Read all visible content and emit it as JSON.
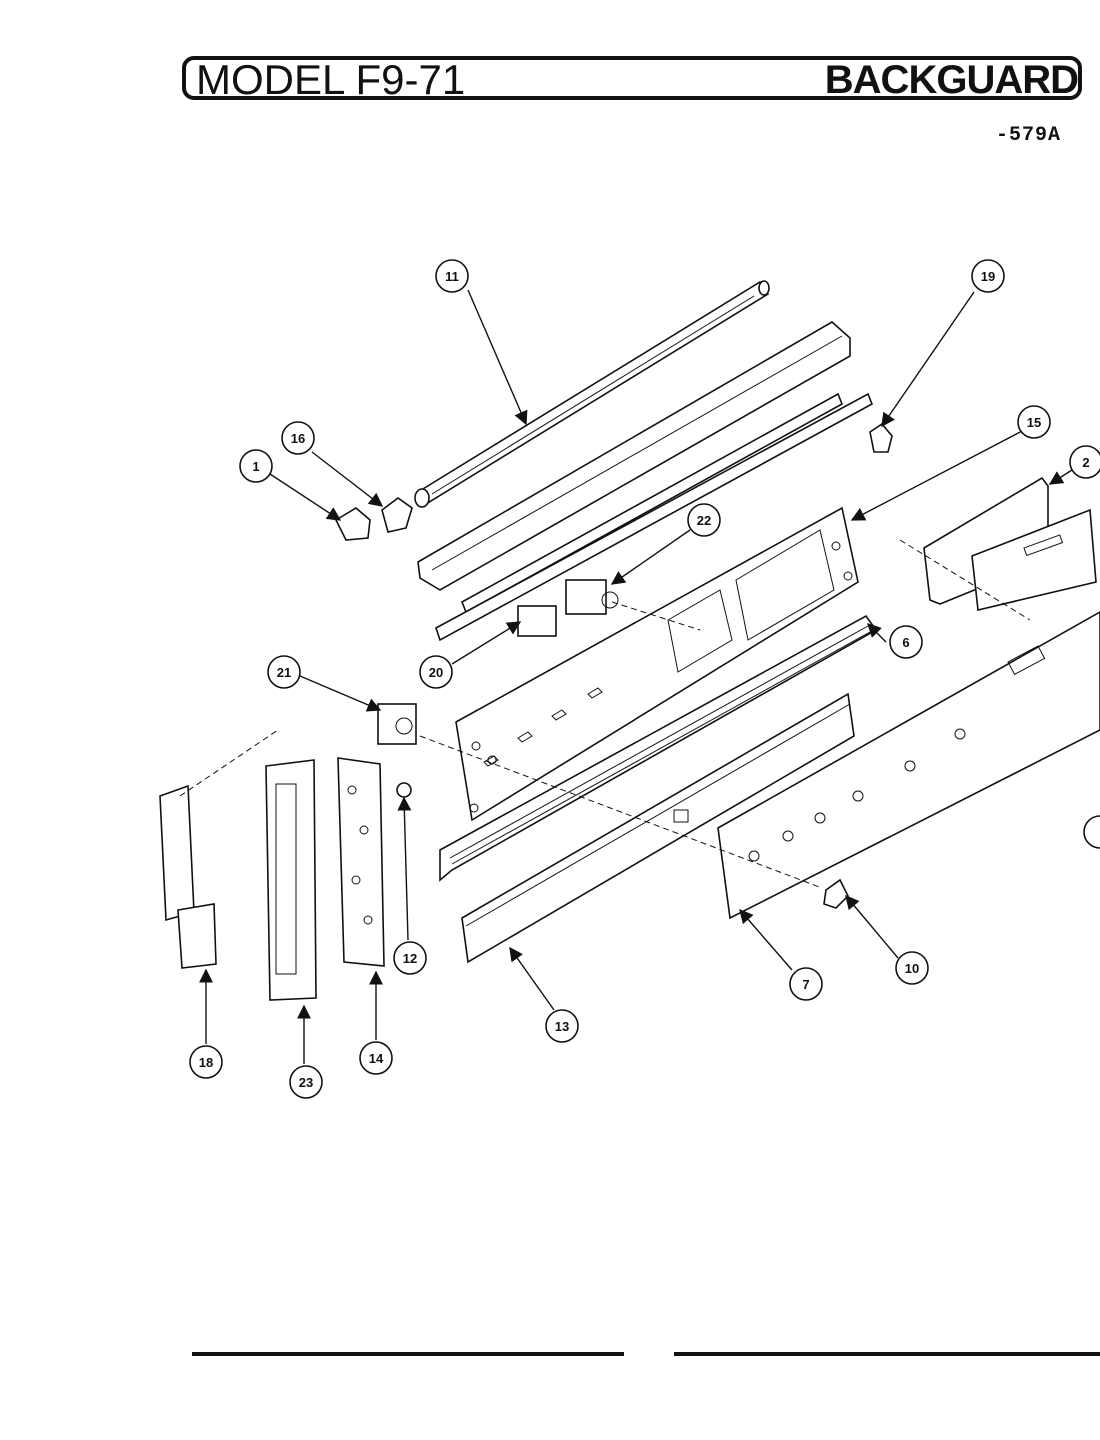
{
  "header": {
    "model": "MODEL F9-71",
    "section": "BACKGUARD",
    "ref_code": "-579A"
  },
  "callouts": [
    {
      "id": "c1",
      "label": "1"
    },
    {
      "id": "c2",
      "label": "2"
    },
    {
      "id": "c6",
      "label": "6"
    },
    {
      "id": "c7",
      "label": "7"
    },
    {
      "id": "c10",
      "label": "10"
    },
    {
      "id": "c11",
      "label": "11"
    },
    {
      "id": "c12",
      "label": "12"
    },
    {
      "id": "c13",
      "label": "13"
    },
    {
      "id": "c14",
      "label": "14"
    },
    {
      "id": "c15",
      "label": "15"
    },
    {
      "id": "c16",
      "label": "16"
    },
    {
      "id": "c18",
      "label": "18"
    },
    {
      "id": "c19",
      "label": "19"
    },
    {
      "id": "c20",
      "label": "20"
    },
    {
      "id": "c21",
      "label": "21"
    },
    {
      "id": "c22",
      "label": "22"
    },
    {
      "id": "c23",
      "label": "23"
    }
  ]
}
